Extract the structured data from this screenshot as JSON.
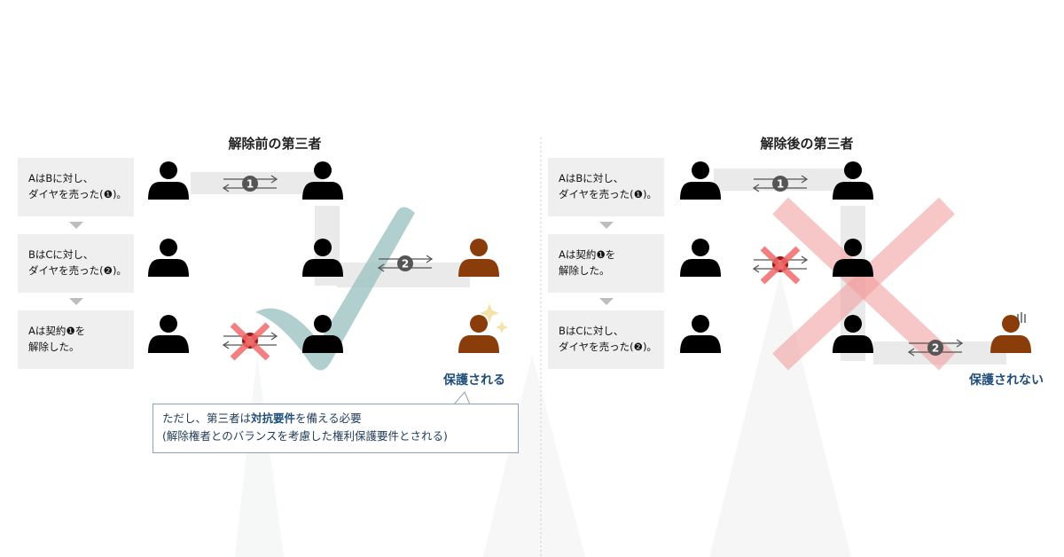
{
  "left": {
    "title": "解除前の第三者",
    "steps": [
      {
        "line1": "AはBに対し、",
        "line2": "ダイヤを売った(❶)。"
      },
      {
        "line1": "BはCに対し、",
        "line2": "ダイヤを売った(❷)。"
      },
      {
        "line1": "Aは契約❶を",
        "line2": "解除した。"
      }
    ],
    "result": "保護される"
  },
  "right": {
    "title": "解除後の第三者",
    "steps": [
      {
        "line1": "AはBに対し、",
        "line2": "ダイヤを売った(❶)。"
      },
      {
        "line1": "Aは契約❶を",
        "line2": "解除した。"
      },
      {
        "line1": "BはCに対し、",
        "line2": "ダイヤを売った(❷)。"
      }
    ],
    "result": "保護されない"
  },
  "note": {
    "line1_pre": "ただし、第三者は",
    "line1_bold": "対抗要件",
    "line1_post": "を備える必要",
    "line2": "(解除権者とのバランスを考慮した権利保護要件とされる)"
  },
  "badges": {
    "one": "1",
    "two": "2"
  },
  "colors": {
    "person_black": "#000000",
    "person_third": "#8a3d0a",
    "check": "#9fc3c3",
    "cross": "#f29b9b",
    "badge": "#555555",
    "heading_blue": "#1f4e7a"
  },
  "icons": [
    "person-icon",
    "exchange-arrows-icon",
    "cross-icon",
    "check-mark-icon",
    "sparkle-icon",
    "sweat-icon",
    "down-triangle-icon"
  ]
}
